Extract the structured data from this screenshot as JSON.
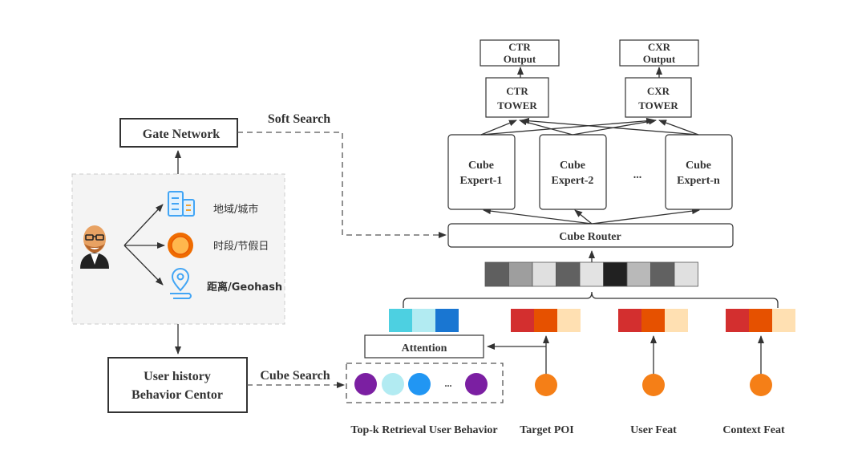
{
  "outputs": [
    {
      "line1": "CTR",
      "line2": "Output"
    },
    {
      "line1": "CXR",
      "line2": "Output"
    }
  ],
  "towers": [
    {
      "line1": "CTR",
      "line2": "TOWER"
    },
    {
      "line1": "CXR",
      "line2": "TOWER"
    }
  ],
  "experts": [
    {
      "line1": "Cube",
      "line2": "Expert-1"
    },
    {
      "line1": "Cube",
      "line2": "Expert-2"
    },
    {
      "line1": "Cube",
      "line2": "Expert-n"
    }
  ],
  "expert_ellipsis": "...",
  "router_label": "Cube Router",
  "concat_colors": [
    "#5f5f5f",
    "#9e9e9e",
    "#e0e0e0",
    "#616161",
    "#e3e3e3",
    "#212121",
    "#b9b9b9",
    "#616161",
    "#e0e0e0"
  ],
  "gate_network_label": "Gate Network",
  "soft_search_label": "Soft Search",
  "cube_search_label": "Cube Search",
  "user_history": {
    "line1": "User history",
    "line2": "Behavior Centor"
  },
  "context_items": [
    {
      "icon": "building-icon",
      "label": "地域/城市"
    },
    {
      "icon": "sun-icon",
      "label": "时段/节假日"
    },
    {
      "icon": "location-pin-icon",
      "label": "距离/Geohash"
    }
  ],
  "attention_label": "Attention",
  "behavior_embedding_colors": [
    "#4dd0e1",
    "#b2ebf2",
    "#1976d2"
  ],
  "feature_embedding_colors": [
    "#d32f2f",
    "#e65100",
    "#ffe0b2"
  ],
  "behavior_dot_colors": [
    "#7b1fa2",
    "#b2ebf2",
    "#2196f3",
    "#7b1fa2"
  ],
  "behavior_ellipsis": "...",
  "feature_dot_color": "#f57f17",
  "bottom_labels": {
    "behavior": "Top-k Retrieval User Behavior",
    "target_poi": "Target POI",
    "user_feat": "User Feat",
    "context_feat": "Context Feat"
  }
}
